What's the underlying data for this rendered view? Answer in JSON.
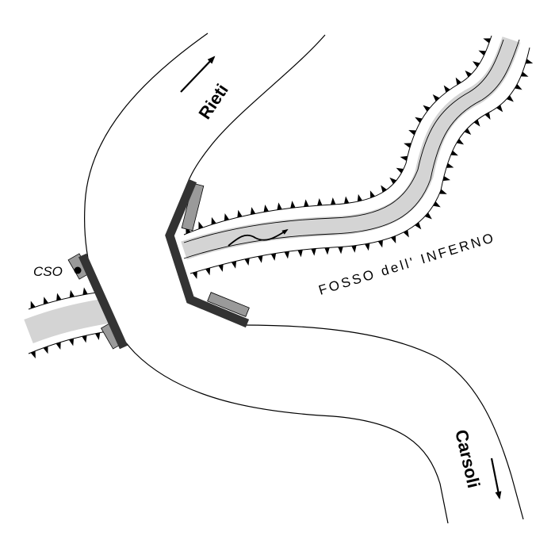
{
  "labels": {
    "north_destination": "Rieti",
    "south_destination": "Carsoli",
    "overflow": "CSO",
    "stream": "FOSSO dell' INFERNO"
  },
  "colors": {
    "line": "#000000",
    "water": "#d4d4d4",
    "bridge_deck": "#333333",
    "abutment": "#9a9a9a"
  },
  "icons": {
    "direction_up": "arrow-up-right-icon",
    "direction_down": "arrow-down-icon",
    "flow": "flow-arrow-icon",
    "bank_marks": "triangle-ticks"
  }
}
